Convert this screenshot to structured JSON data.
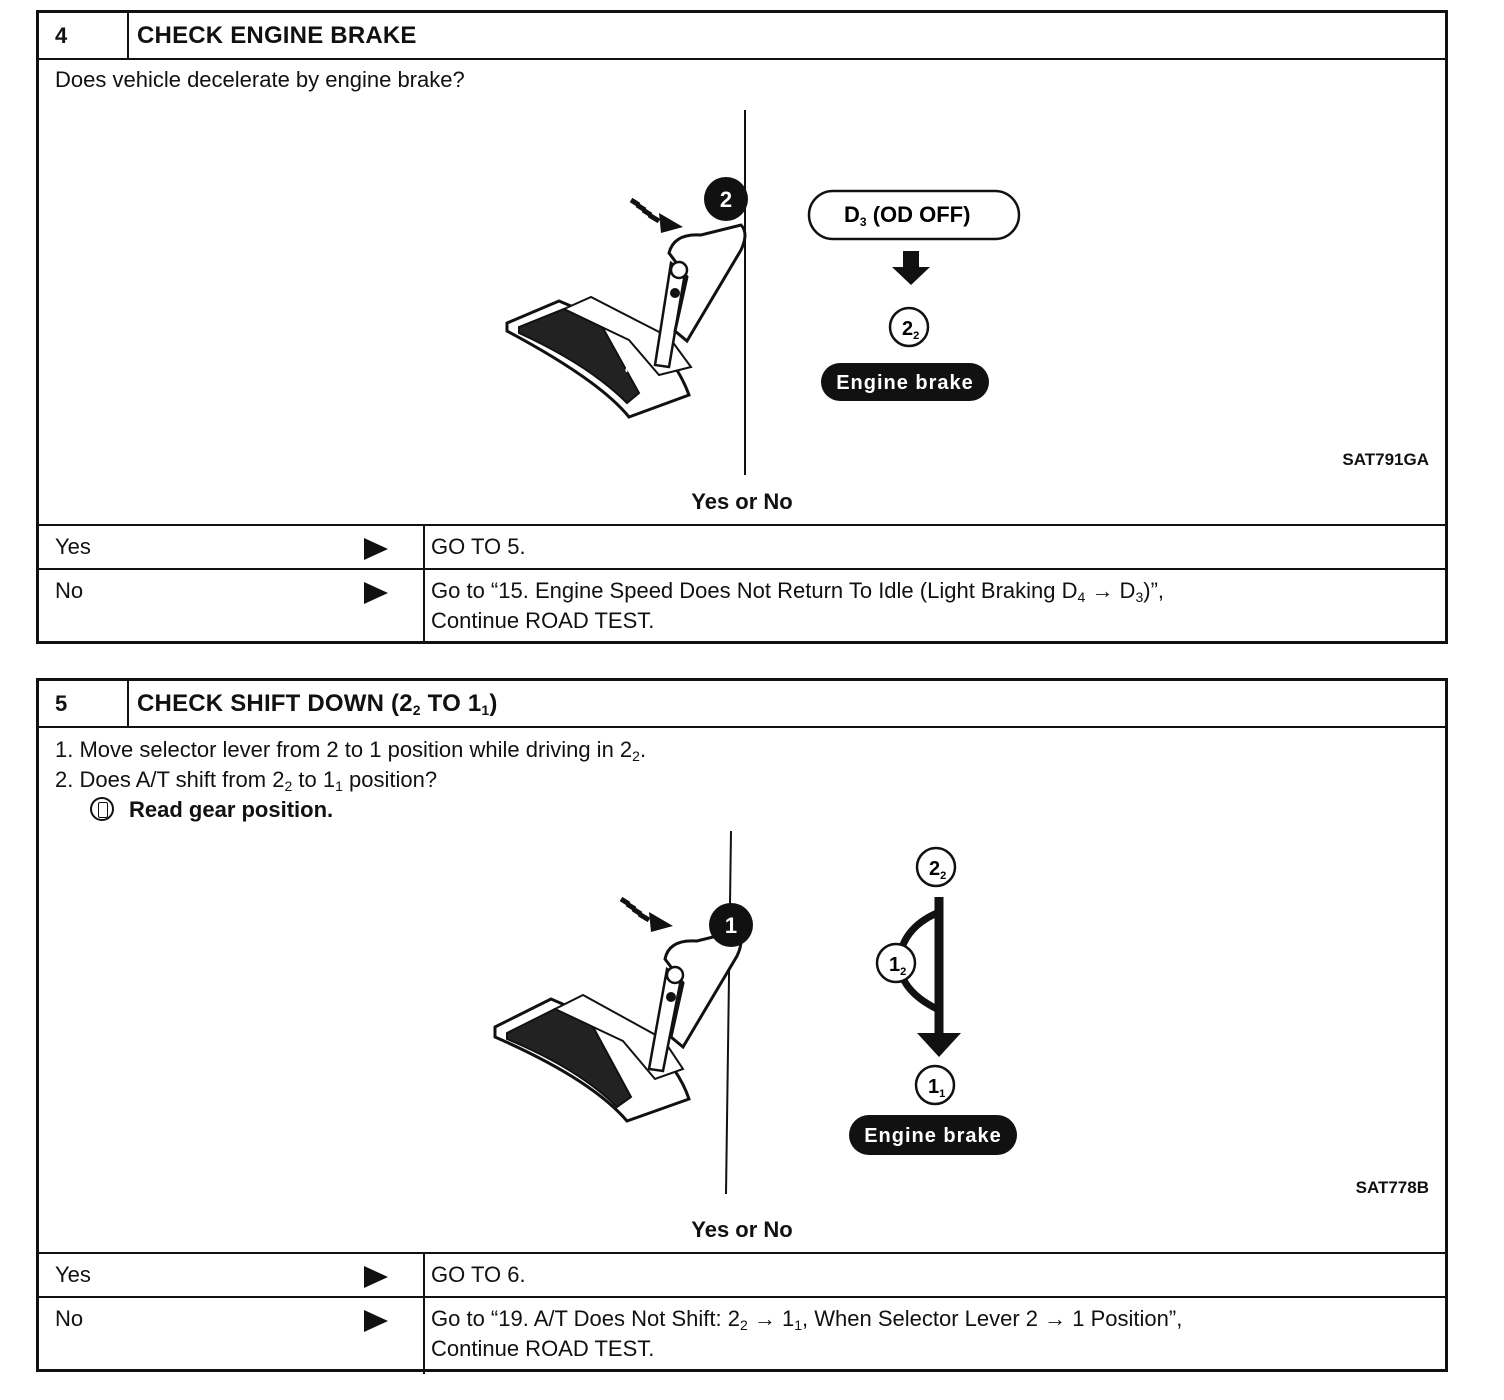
{
  "step4": {
    "number": "4",
    "title": "CHECK ENGINE BRAKE",
    "question": "Does vehicle decelerate by engine brake?",
    "figure": {
      "badge": "2",
      "gate_label": "2",
      "box_main": "D",
      "box_sub": "3",
      "box_rest": " (OD  OFF)",
      "result_main": "2",
      "result_sub": "2",
      "pill": "Engine brake",
      "code": "SAT791GA"
    },
    "yes_or_no": "Yes or No",
    "rows": [
      {
        "label": "Yes",
        "result_line1": "GO TO 5.",
        "result_line2": ""
      },
      {
        "label": "No",
        "result_a": "Go to “15. Engine Speed Does Not Return To Idle (Light Braking D",
        "result_b": "4",
        "result_c": " → D",
        "result_d": "3",
        "result_e": ")”,",
        "result_line2": "Continue ROAD TEST."
      }
    ]
  },
  "step5": {
    "number": "5",
    "title_a": "CHECK SHIFT DOWN (2",
    "title_b": "2",
    "title_c": " TO 1",
    "title_d": "1",
    "title_e": ")",
    "item1_a": "1.  Move selector lever from 2 to 1 position while driving in 2",
    "item1_b": "2",
    "item1_c": ".",
    "item2_a": "2.  Does A/T shift from 2",
    "item2_b": "2",
    "item2_c": " to 1",
    "item2_d": "1",
    "item2_e": " position?",
    "item3": "Read gear position.",
    "figure": {
      "badge": "1",
      "gate_label": "1",
      "top_main": "2",
      "top_sub": "2",
      "mid_main": "1",
      "mid_sub": "2",
      "bottom_main": "1",
      "bottom_sub": "1",
      "pill": "Engine brake",
      "code": "SAT778B"
    },
    "yes_or_no": "Yes or No",
    "rows": [
      {
        "label": "Yes",
        "result_line1": "GO TO 6."
      },
      {
        "label": "No",
        "result_a": "Go to “19. A/T Does Not Shift: 2",
        "result_b": "2",
        "result_c": " → 1",
        "result_d": "1",
        "result_e": ", When Selector Lever 2 → 1 Position”,",
        "result_line2": "Continue ROAD TEST."
      }
    ]
  }
}
